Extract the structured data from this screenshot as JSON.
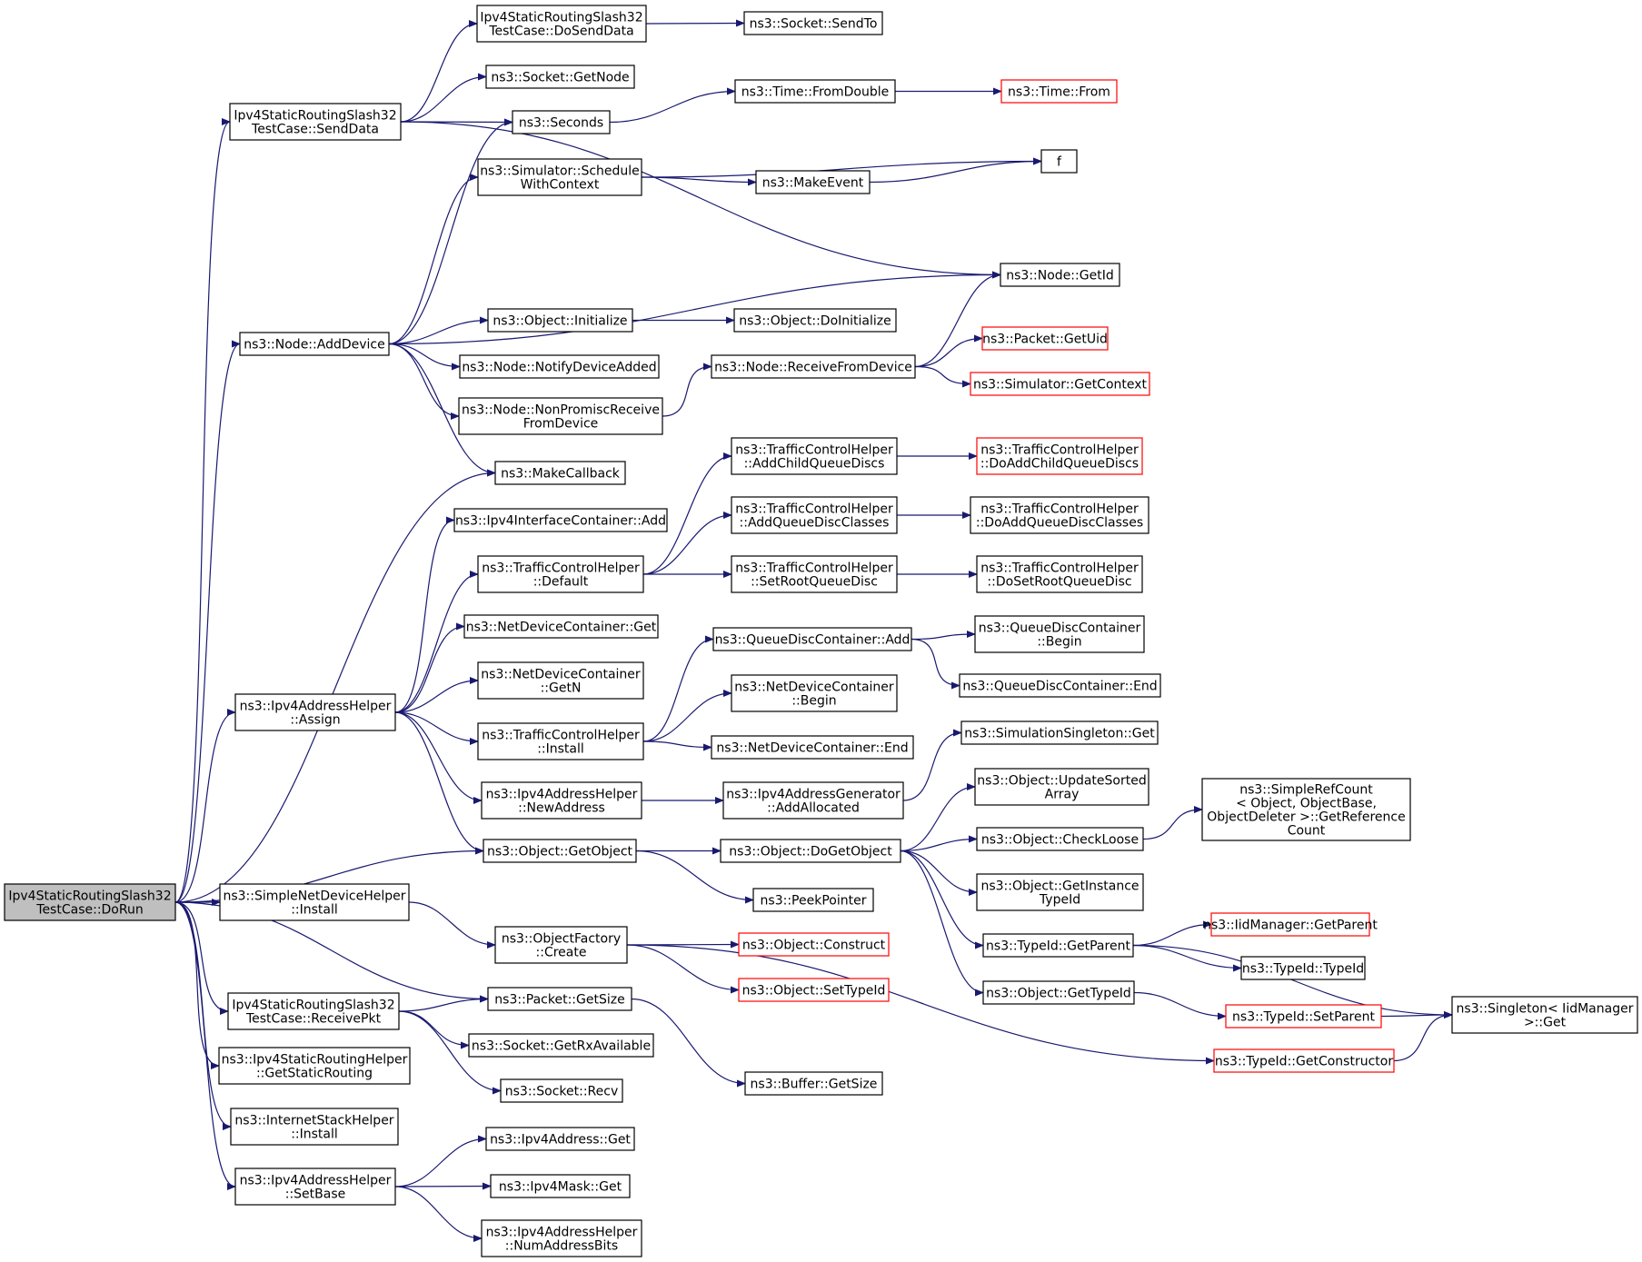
{
  "colors": {
    "edge": "#191970",
    "node_border": "#000000",
    "node_border_truncated": "#ff0000",
    "node_fill": "#ffffff",
    "node_fill_root": "#bfbfbf"
  },
  "nodes": [
    {
      "id": "root",
      "lines": [
        "Ipv4StaticRoutingSlash32",
        "TestCase::DoRun"
      ],
      "style": "root"
    },
    {
      "id": "senddata",
      "lines": [
        "Ipv4StaticRoutingSlash32",
        "TestCase::SendData"
      ],
      "style": "normal"
    },
    {
      "id": "dosenddata",
      "lines": [
        "Ipv4StaticRoutingSlash32",
        "TestCase::DoSendData"
      ],
      "style": "normal"
    },
    {
      "id": "sendto",
      "lines": [
        "ns3::Socket::SendTo"
      ],
      "style": "normal"
    },
    {
      "id": "getnode",
      "lines": [
        "ns3::Socket::GetNode"
      ],
      "style": "normal"
    },
    {
      "id": "seconds",
      "lines": [
        "ns3::Seconds"
      ],
      "style": "normal"
    },
    {
      "id": "fromdouble",
      "lines": [
        "ns3::Time::FromDouble"
      ],
      "style": "normal"
    },
    {
      "id": "timefrom",
      "lines": [
        "ns3::Time::From"
      ],
      "style": "truncated"
    },
    {
      "id": "schedwc",
      "lines": [
        "ns3::Simulator::Schedule",
        "WithContext"
      ],
      "style": "normal"
    },
    {
      "id": "f",
      "lines": [
        "f"
      ],
      "style": "normal"
    },
    {
      "id": "makeevent",
      "lines": [
        "ns3::MakeEvent"
      ],
      "style": "normal"
    },
    {
      "id": "nodegetid",
      "lines": [
        "ns3::Node::GetId"
      ],
      "style": "normal"
    },
    {
      "id": "adddevice",
      "lines": [
        "ns3::Node::AddDevice"
      ],
      "style": "normal"
    },
    {
      "id": "objinit",
      "lines": [
        "ns3::Object::Initialize"
      ],
      "style": "normal"
    },
    {
      "id": "objdoinit",
      "lines": [
        "ns3::Object::DoInitialize"
      ],
      "style": "normal"
    },
    {
      "id": "notifydev",
      "lines": [
        "ns3::Node::NotifyDeviceAdded"
      ],
      "style": "normal"
    },
    {
      "id": "recvfromdev",
      "lines": [
        "ns3::Node::ReceiveFromDevice"
      ],
      "style": "normal"
    },
    {
      "id": "pktgetuid",
      "lines": [
        "ns3::Packet::GetUid"
      ],
      "style": "truncated"
    },
    {
      "id": "simgetctx",
      "lines": [
        "ns3::Simulator::GetContext"
      ],
      "style": "truncated"
    },
    {
      "id": "nonpromisc",
      "lines": [
        "ns3::Node::NonPromiscReceive",
        "FromDevice"
      ],
      "style": "normal"
    },
    {
      "id": "makecallback",
      "lines": [
        "ns3::MakeCallback"
      ],
      "style": "normal"
    },
    {
      "id": "tchaddchild",
      "lines": [
        "ns3::TrafficControlHelper",
        "::AddChildQueueDiscs"
      ],
      "style": "normal"
    },
    {
      "id": "tchdoaddchild",
      "lines": [
        "ns3::TrafficControlHelper",
        "::DoAddChildQueueDiscs"
      ],
      "style": "truncated"
    },
    {
      "id": "ipv4icadd",
      "lines": [
        "ns3::Ipv4InterfaceContainer::Add"
      ],
      "style": "normal"
    },
    {
      "id": "tchaddclasses",
      "lines": [
        "ns3::TrafficControlHelper",
        "::AddQueueDiscClasses"
      ],
      "style": "normal"
    },
    {
      "id": "tchdoaddclasses",
      "lines": [
        "ns3::TrafficControlHelper",
        "::DoAddQueueDiscClasses"
      ],
      "style": "normal"
    },
    {
      "id": "tchdefault",
      "lines": [
        "ns3::TrafficControlHelper",
        "::Default"
      ],
      "style": "normal"
    },
    {
      "id": "tchsetroot",
      "lines": [
        "ns3::TrafficControlHelper",
        "::SetRootQueueDisc"
      ],
      "style": "normal"
    },
    {
      "id": "tchdosetroot",
      "lines": [
        "ns3::TrafficControlHelper",
        "::DoSetRootQueueDisc"
      ],
      "style": "normal"
    },
    {
      "id": "ndcget",
      "lines": [
        "ns3::NetDeviceContainer::Get"
      ],
      "style": "normal"
    },
    {
      "id": "qdcadd",
      "lines": [
        "ns3::QueueDiscContainer::Add"
      ],
      "style": "normal"
    },
    {
      "id": "qdcbegin",
      "lines": [
        "ns3::QueueDiscContainer",
        "::Begin"
      ],
      "style": "normal"
    },
    {
      "id": "ndcgetn",
      "lines": [
        "ns3::NetDeviceContainer",
        "::GetN"
      ],
      "style": "normal"
    },
    {
      "id": "qdcend",
      "lines": [
        "ns3::QueueDiscContainer::End"
      ],
      "style": "normal"
    },
    {
      "id": "ndcbegin",
      "lines": [
        "ns3::NetDeviceContainer",
        "::Begin"
      ],
      "style": "normal"
    },
    {
      "id": "assign",
      "lines": [
        "ns3::Ipv4AddressHelper",
        "::Assign"
      ],
      "style": "normal"
    },
    {
      "id": "tchinstall",
      "lines": [
        "ns3::TrafficControlHelper",
        "::Install"
      ],
      "style": "normal"
    },
    {
      "id": "ndcend",
      "lines": [
        "ns3::NetDeviceContainer::End"
      ],
      "style": "normal"
    },
    {
      "id": "simsingleton",
      "lines": [
        "ns3::SimulationSingleton::Get"
      ],
      "style": "normal"
    },
    {
      "id": "newaddress",
      "lines": [
        "ns3::Ipv4AddressHelper",
        "::NewAddress"
      ],
      "style": "normal"
    },
    {
      "id": "addallocated",
      "lines": [
        "ns3::Ipv4AddressGenerator",
        "::AddAllocated"
      ],
      "style": "normal"
    },
    {
      "id": "updatesorted",
      "lines": [
        "ns3::Object::UpdateSorted",
        "Array"
      ],
      "style": "normal"
    },
    {
      "id": "simplerefcount",
      "lines": [
        "ns3::SimpleRefCount",
        "< Object, ObjectBase,",
        " ObjectDeleter >::GetReference",
        "Count"
      ],
      "style": "normal"
    },
    {
      "id": "getobject",
      "lines": [
        "ns3::Object::GetObject"
      ],
      "style": "normal"
    },
    {
      "id": "dogetobject",
      "lines": [
        "ns3::Object::DoGetObject"
      ],
      "style": "normal"
    },
    {
      "id": "checkloose",
      "lines": [
        "ns3::Object::CheckLoose"
      ],
      "style": "normal"
    },
    {
      "id": "peekpointer",
      "lines": [
        "ns3::PeekPointer"
      ],
      "style": "normal"
    },
    {
      "id": "getinsttypeid",
      "lines": [
        "ns3::Object::GetInstance",
        "TypeId"
      ],
      "style": "normal"
    },
    {
      "id": "sndhinstall",
      "lines": [
        "ns3::SimpleNetDeviceHelper",
        "::Install"
      ],
      "style": "normal"
    },
    {
      "id": "iidgetparent",
      "lines": [
        "ns3::IidManager::GetParent"
      ],
      "style": "truncated"
    },
    {
      "id": "ofcreate",
      "lines": [
        "ns3::ObjectFactory",
        "::Create"
      ],
      "style": "normal"
    },
    {
      "id": "objconstruct",
      "lines": [
        "ns3::Object::Construct"
      ],
      "style": "truncated"
    },
    {
      "id": "typeidgetparent",
      "lines": [
        "ns3::TypeId::GetParent"
      ],
      "style": "normal"
    },
    {
      "id": "typeidtypeid",
      "lines": [
        "ns3::TypeId::TypeId"
      ],
      "style": "normal"
    },
    {
      "id": "objsettypeid",
      "lines": [
        "ns3::Object::SetTypeId"
      ],
      "style": "truncated"
    },
    {
      "id": "objgettypeid",
      "lines": [
        "ns3::Object::GetTypeId"
      ],
      "style": "normal"
    },
    {
      "id": "receivepkt",
      "lines": [
        "Ipv4StaticRoutingSlash32",
        "TestCase::ReceivePkt"
      ],
      "style": "normal"
    },
    {
      "id": "pktgetsize",
      "lines": [
        "ns3::Packet::GetSize"
      ],
      "style": "normal"
    },
    {
      "id": "typeidsetparent",
      "lines": [
        "ns3::TypeId::SetParent"
      ],
      "style": "truncated"
    },
    {
      "id": "singletonget",
      "lines": [
        "ns3::Singleton< IidManager",
        " >::Get"
      ],
      "style": "normal"
    },
    {
      "id": "getrxavail",
      "lines": [
        "ns3::Socket::GetRxAvailable"
      ],
      "style": "normal"
    },
    {
      "id": "getstaticrouting",
      "lines": [
        "ns3::Ipv4StaticRoutingHelper",
        "::GetStaticRouting"
      ],
      "style": "normal"
    },
    {
      "id": "sockrecv",
      "lines": [
        "ns3::Socket::Recv"
      ],
      "style": "normal"
    },
    {
      "id": "buffergetsize",
      "lines": [
        "ns3::Buffer::GetSize"
      ],
      "style": "normal"
    },
    {
      "id": "getconstructor",
      "lines": [
        "ns3::TypeId::GetConstructor"
      ],
      "style": "truncated"
    },
    {
      "id": "ishinstall",
      "lines": [
        "ns3::InternetStackHelper",
        "::Install"
      ],
      "style": "normal"
    },
    {
      "id": "ipv4addrget",
      "lines": [
        "ns3::Ipv4Address::Get"
      ],
      "style": "normal"
    },
    {
      "id": "setbase",
      "lines": [
        "ns3::Ipv4AddressHelper",
        "::SetBase"
      ],
      "style": "normal"
    },
    {
      "id": "ipv4maskget",
      "lines": [
        "ns3::Ipv4Mask::Get"
      ],
      "style": "normal"
    },
    {
      "id": "numaddrbits",
      "lines": [
        "ns3::Ipv4AddressHelper",
        "::NumAddressBits"
      ],
      "style": "normal"
    }
  ],
  "edges": [
    [
      "root",
      "senddata"
    ],
    [
      "root",
      "adddevice"
    ],
    [
      "root",
      "makecallback"
    ],
    [
      "root",
      "assign"
    ],
    [
      "root",
      "getobject"
    ],
    [
      "root",
      "sndhinstall"
    ],
    [
      "root",
      "pktgetsize"
    ],
    [
      "root",
      "receivepkt"
    ],
    [
      "root",
      "getstaticrouting"
    ],
    [
      "root",
      "ishinstall"
    ],
    [
      "root",
      "setbase"
    ],
    [
      "senddata",
      "dosenddata"
    ],
    [
      "senddata",
      "getnode"
    ],
    [
      "senddata",
      "seconds"
    ],
    [
      "senddata",
      "nodegetid"
    ],
    [
      "dosenddata",
      "sendto"
    ],
    [
      "seconds",
      "fromdouble"
    ],
    [
      "fromdouble",
      "timefrom"
    ],
    [
      "schedwc",
      "f"
    ],
    [
      "schedwc",
      "makeevent"
    ],
    [
      "makeevent",
      "f"
    ],
    [
      "adddevice",
      "seconds"
    ],
    [
      "adddevice",
      "schedwc"
    ],
    [
      "adddevice",
      "nodegetid"
    ],
    [
      "adddevice",
      "objinit"
    ],
    [
      "adddevice",
      "notifydev"
    ],
    [
      "adddevice",
      "nonpromisc"
    ],
    [
      "adddevice",
      "makecallback"
    ],
    [
      "objinit",
      "objdoinit"
    ],
    [
      "nonpromisc",
      "recvfromdev"
    ],
    [
      "recvfromdev",
      "nodegetid"
    ],
    [
      "recvfromdev",
      "pktgetuid"
    ],
    [
      "recvfromdev",
      "simgetctx"
    ],
    [
      "assign",
      "ipv4icadd"
    ],
    [
      "assign",
      "tchdefault"
    ],
    [
      "assign",
      "ndcget"
    ],
    [
      "assign",
      "ndcgetn"
    ],
    [
      "assign",
      "tchinstall"
    ],
    [
      "assign",
      "newaddress"
    ],
    [
      "assign",
      "getobject"
    ],
    [
      "tchdefault",
      "tchaddchild"
    ],
    [
      "tchdefault",
      "tchaddclasses"
    ],
    [
      "tchdefault",
      "tchsetroot"
    ],
    [
      "tchaddchild",
      "tchdoaddchild"
    ],
    [
      "tchaddclasses",
      "tchdoaddclasses"
    ],
    [
      "tchsetroot",
      "tchdosetroot"
    ],
    [
      "tchinstall",
      "qdcadd"
    ],
    [
      "tchinstall",
      "ndcbegin"
    ],
    [
      "tchinstall",
      "ndcend"
    ],
    [
      "qdcadd",
      "qdcbegin"
    ],
    [
      "qdcadd",
      "qdcend"
    ],
    [
      "newaddress",
      "addallocated"
    ],
    [
      "addallocated",
      "simsingleton"
    ],
    [
      "getobject",
      "dogetobject"
    ],
    [
      "getobject",
      "peekpointer"
    ],
    [
      "dogetobject",
      "updatesorted"
    ],
    [
      "dogetobject",
      "checkloose"
    ],
    [
      "dogetobject",
      "getinsttypeid"
    ],
    [
      "dogetobject",
      "typeidgetparent"
    ],
    [
      "dogetobject",
      "objgettypeid"
    ],
    [
      "checkloose",
      "simplerefcount"
    ],
    [
      "typeidgetparent",
      "singletonget"
    ],
    [
      "typeidgetparent",
      "iidgetparent"
    ],
    [
      "typeidgetparent",
      "typeidtypeid"
    ],
    [
      "objgettypeid",
      "typeidsetparent"
    ],
    [
      "typeidsetparent",
      "singletonget"
    ],
    [
      "sndhinstall",
      "ofcreate"
    ],
    [
      "ofcreate",
      "objconstruct"
    ],
    [
      "ofcreate",
      "objsettypeid"
    ],
    [
      "ofcreate",
      "getconstructor"
    ],
    [
      "getconstructor",
      "singletonget"
    ],
    [
      "receivepkt",
      "pktgetsize"
    ],
    [
      "receivepkt",
      "getrxavail"
    ],
    [
      "receivepkt",
      "sockrecv"
    ],
    [
      "pktgetsize",
      "buffergetsize"
    ],
    [
      "setbase",
      "ipv4addrget"
    ],
    [
      "setbase",
      "ipv4maskget"
    ],
    [
      "setbase",
      "numaddrbits"
    ]
  ]
}
